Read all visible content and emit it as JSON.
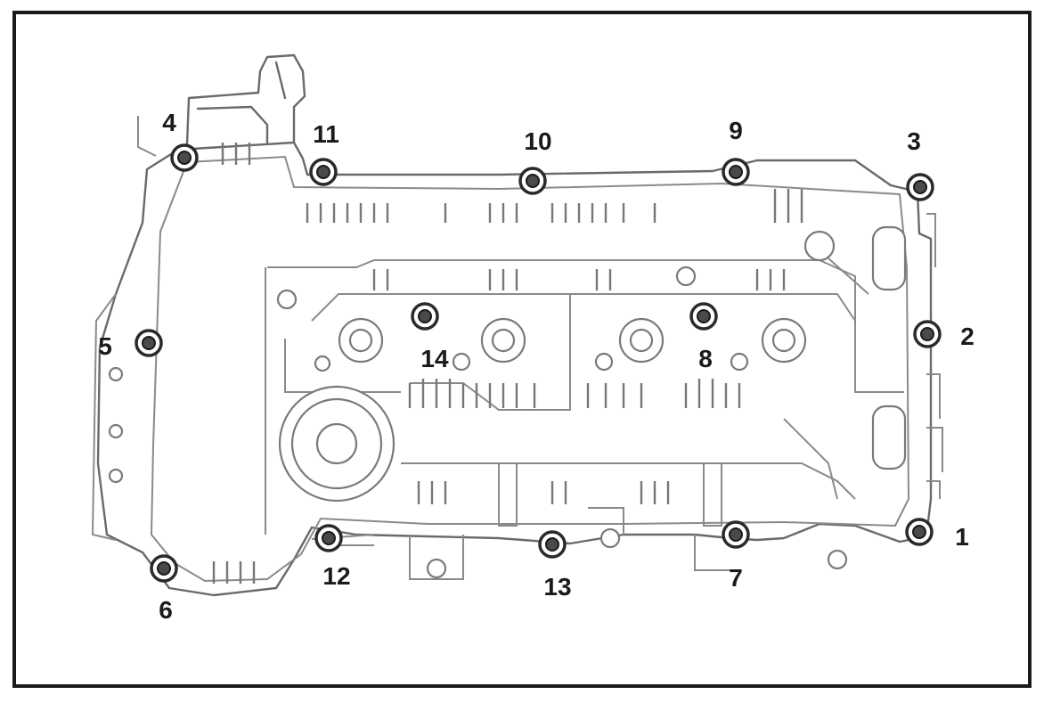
{
  "diagram": {
    "bolts": [
      {
        "label": "1"
      },
      {
        "label": "2"
      },
      {
        "label": "3"
      },
      {
        "label": "4"
      },
      {
        "label": "5"
      },
      {
        "label": "6"
      },
      {
        "label": "7"
      },
      {
        "label": "8"
      },
      {
        "label": "9"
      },
      {
        "label": "10"
      },
      {
        "label": "11"
      },
      {
        "label": "12"
      },
      {
        "label": "13"
      },
      {
        "label": "14"
      }
    ]
  }
}
